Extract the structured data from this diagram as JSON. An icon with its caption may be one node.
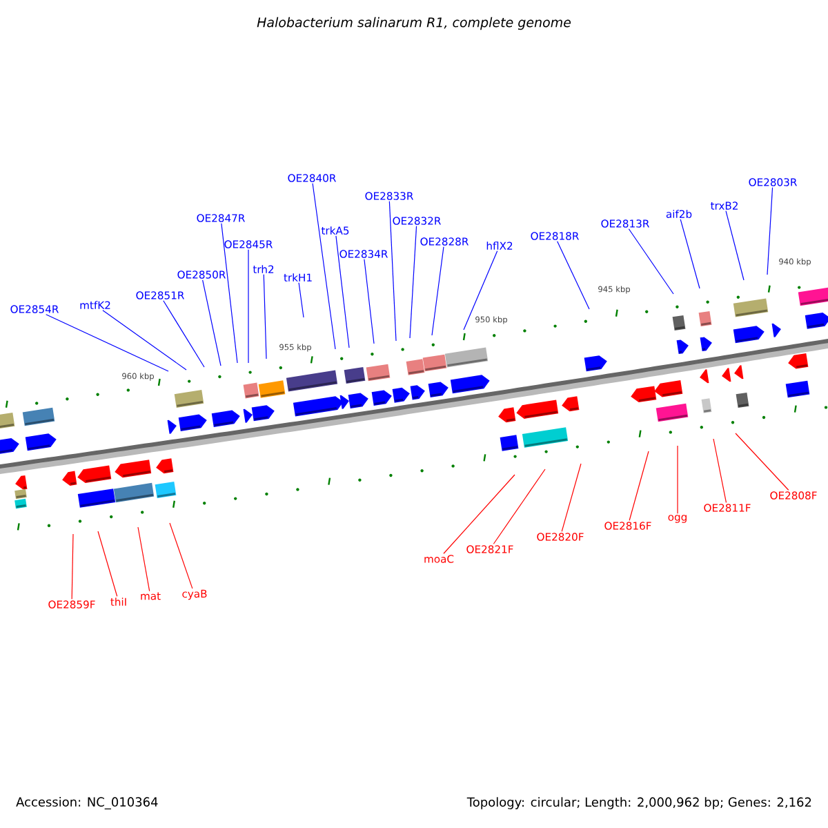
{
  "diagram": {
    "title": "Halobacterium salinarum R1, complete genome",
    "nodes": [
      {
        "text": [
          "OE2854R"
        ]
      },
      {
        "text": [
          "mtfK2"
        ]
      },
      {
        "text": [
          "OE2851R"
        ]
      },
      {
        "text": [
          "OE2850R"
        ]
      },
      {
        "text": [
          "OE2847R"
        ]
      },
      {
        "text": [
          "OE2845R"
        ]
      },
      {
        "text": [
          "trh2"
        ]
      },
      {
        "text": [
          "trkH1"
        ]
      },
      {
        "text": [
          "OE2840R"
        ]
      },
      {
        "text": [
          "trkA5"
        ]
      },
      {
        "text": [
          "OE2834R"
        ]
      },
      {
        "text": [
          "OE2833R"
        ]
      },
      {
        "text": [
          "OE2832R"
        ]
      },
      {
        "text": [
          "OE2828R"
        ]
      },
      {
        "text": [
          "hflX2"
        ]
      },
      {
        "text": [
          "OE2818R"
        ]
      },
      {
        "text": [
          "OE2813R"
        ]
      },
      {
        "text": [
          "aif2b"
        ]
      },
      {
        "text": [
          "trxB2"
        ]
      },
      {
        "text": [
          "OE2803R"
        ]
      },
      {
        "text": [
          "OE2859F"
        ]
      },
      {
        "text": [
          "thiI"
        ]
      },
      {
        "text": [
          "mat"
        ]
      },
      {
        "text": [
          "cyaB"
        ]
      },
      {
        "text": [
          "moaC"
        ]
      },
      {
        "text": [
          "OE2821F"
        ]
      },
      {
        "text": [
          "OE2820F"
        ]
      },
      {
        "text": [
          "OE2816F"
        ]
      },
      {
        "text": [
          "ogg"
        ]
      },
      {
        "text": [
          "OE2811F"
        ]
      },
      {
        "text": [
          "OE2808F"
        ]
      }
    ],
    "edges": [
      {
        "from": 0,
        "to": null,
        "arrow": "none"
      },
      {
        "from": 1,
        "to": null,
        "arrow": "none"
      },
      {
        "from": 2,
        "to": null,
        "arrow": "none"
      },
      {
        "from": 3,
        "to": null,
        "arrow": "none"
      },
      {
        "from": 4,
        "to": null,
        "arrow": "none"
      },
      {
        "from": 5,
        "to": null,
        "arrow": "none"
      },
      {
        "from": 6,
        "to": null,
        "arrow": "none"
      },
      {
        "from": 7,
        "to": null,
        "arrow": "none"
      },
      {
        "from": 8,
        "to": null,
        "arrow": "none"
      },
      {
        "from": 9,
        "to": null,
        "arrow": "none"
      },
      {
        "from": 10,
        "to": null,
        "arrow": "none"
      },
      {
        "from": 11,
        "to": null,
        "arrow": "none"
      },
      {
        "from": 12,
        "to": null,
        "arrow": "none"
      },
      {
        "from": 13,
        "to": null,
        "arrow": "none"
      },
      {
        "from": 14,
        "to": null,
        "arrow": "none"
      },
      {
        "from": 15,
        "to": null,
        "arrow": "none"
      },
      {
        "from": 16,
        "to": null,
        "arrow": "none"
      },
      {
        "from": 17,
        "to": null,
        "arrow": "none"
      },
      {
        "from": 18,
        "to": null,
        "arrow": "none"
      },
      {
        "from": 19,
        "to": null,
        "arrow": "none"
      },
      {
        "from": 20,
        "to": null,
        "arrow": "none",
        "color": "#ff0000"
      },
      {
        "from": 21,
        "to": null,
        "arrow": "none",
        "color": "#ff0000"
      },
      {
        "from": 22,
        "to": null,
        "arrow": "none",
        "color": "#ff0000"
      },
      {
        "from": 23,
        "to": null,
        "arrow": "none",
        "color": "#ff0000"
      },
      {
        "from": 24,
        "to": null,
        "arrow": "none",
        "color": "#ff0000"
      },
      {
        "from": 25,
        "to": null,
        "arrow": "none",
        "color": "#ff0000"
      },
      {
        "from": 26,
        "to": null,
        "arrow": "none",
        "color": "#ff0000"
      },
      {
        "from": 27,
        "to": null,
        "arrow": "none",
        "color": "#ff0000"
      },
      {
        "from": 28,
        "to": null,
        "arrow": "none",
        "color": "#ff0000"
      },
      {
        "from": 29,
        "to": null,
        "arrow": "none",
        "color": "#ff0000"
      },
      {
        "from": 30,
        "to": null,
        "arrow": "none",
        "color": "#ff0000"
      }
    ],
    "labels": [
      "960 kbp",
      "955 kbp",
      "950 kbp",
      "945 kbp",
      "940 kbp",
      "Accession: NC_010364",
      "Topology: circular; Length: 2,000,962 bp; Genes: 2,162"
    ]
  }
}
